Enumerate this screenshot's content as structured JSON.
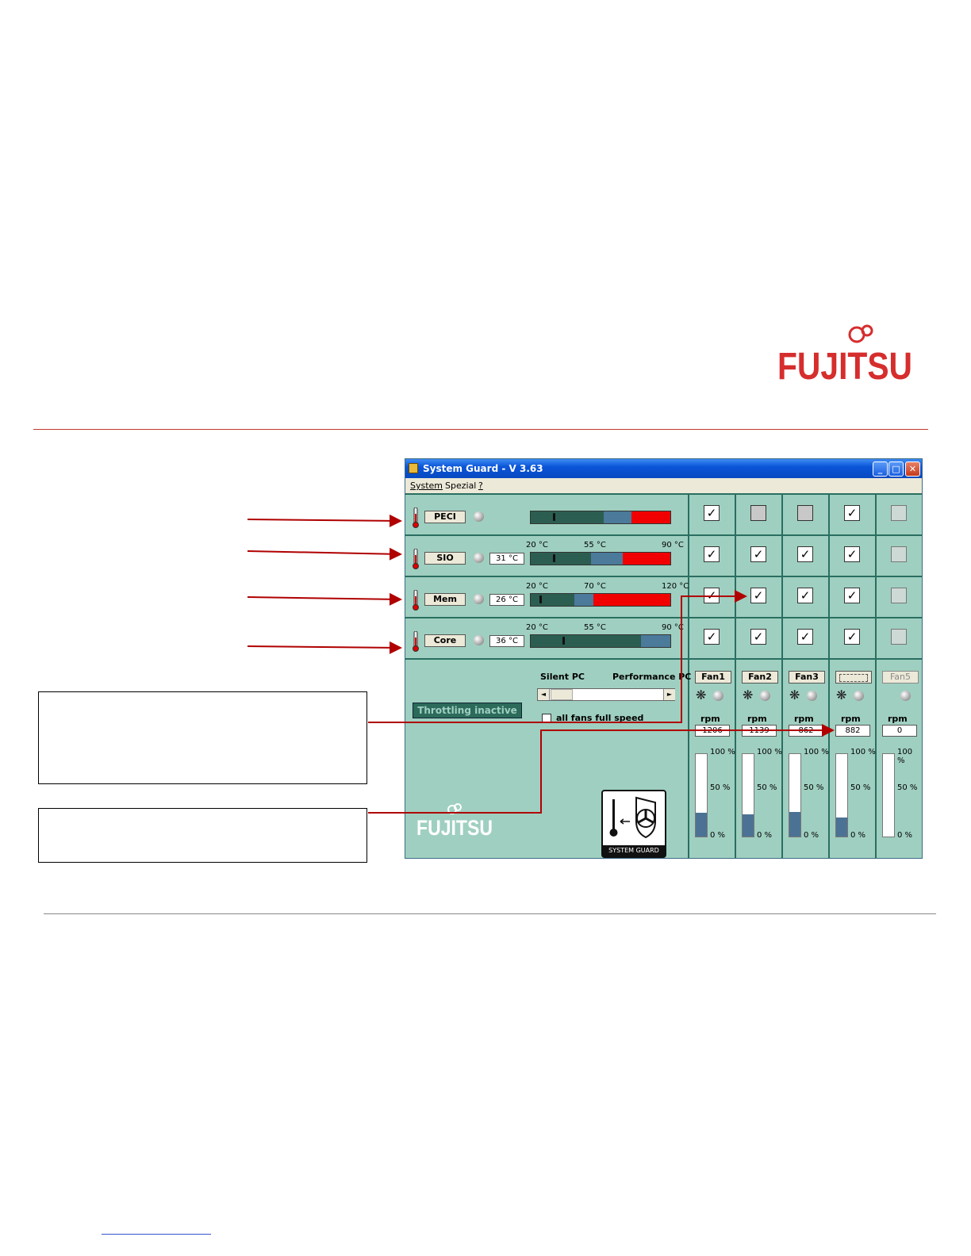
{
  "brand": {
    "logo_text": "FUJITSU",
    "color": "#d62d2d"
  },
  "window": {
    "title": "System Guard - V 3.63",
    "menu": [
      "System",
      "Spezial",
      "?"
    ],
    "controls": [
      "minimize-icon",
      "maximize-icon",
      "close-icon"
    ]
  },
  "sensors": [
    {
      "label": "PECI",
      "value": "",
      "scale": [
        "",
        "",
        ""
      ],
      "marker": 0.16,
      "segments": [
        0.52,
        0.2,
        0.28
      ]
    },
    {
      "label": "SIO",
      "value": "31 °C",
      "scale": [
        "20 °C",
        "55 °C",
        "90 °C"
      ],
      "marker": 0.16,
      "segments": [
        0.43,
        0.23,
        0.34
      ]
    },
    {
      "label": "Mem",
      "value": "26 °C",
      "scale": [
        "20 °C",
        "70 °C",
        "120 °C"
      ],
      "marker": 0.06,
      "segments": [
        0.31,
        0.14,
        0.55
      ]
    },
    {
      "label": "Core",
      "value": "36 °C",
      "scale": [
        "20 °C",
        "55 °C",
        "90 °C"
      ],
      "marker": 0.23,
      "segments": [
        0.79,
        0.21,
        0
      ]
    }
  ],
  "assign_matrix": [
    [
      "on",
      "off",
      "off",
      "on",
      "dim"
    ],
    [
      "on",
      "on",
      "on",
      "on",
      "dim"
    ],
    [
      "on",
      "on",
      "on",
      "on",
      "dim"
    ],
    [
      "on",
      "on",
      "on",
      "on",
      "dim"
    ]
  ],
  "check_glyph": "✓",
  "fans": [
    {
      "label": "Fan1",
      "rpm": "1206",
      "level": 0.29,
      "enabled": true
    },
    {
      "label": "Fan2",
      "rpm": "1139",
      "level": 0.27,
      "enabled": true
    },
    {
      "label": "Fan3",
      "rpm": "862",
      "level": 0.3,
      "enabled": true
    },
    {
      "label": "",
      "rpm": "882",
      "level": 0.23,
      "enabled": true
    },
    {
      "label": "Fan5",
      "rpm": "0",
      "level": 0,
      "enabled": false
    }
  ],
  "fan_labels": {
    "rpm": "rpm",
    "pct_top": "100 %",
    "pct_mid": "50 %",
    "pct_bottom": "0 %"
  },
  "controls": {
    "throttling": "Throttling inactive",
    "silent": "Silent PC",
    "performance": "Performance PC",
    "all_fans": "all fans full speed",
    "slider_left_arrow": "◄",
    "slider_right_arrow": "►"
  },
  "badge": {
    "caption": "SYSTEM GUARD"
  },
  "colors": {
    "bar_green": "#2b5e50",
    "bar_blue": "#4b7a9a",
    "bar_red": "#f00000",
    "arrow": "#b00000"
  }
}
